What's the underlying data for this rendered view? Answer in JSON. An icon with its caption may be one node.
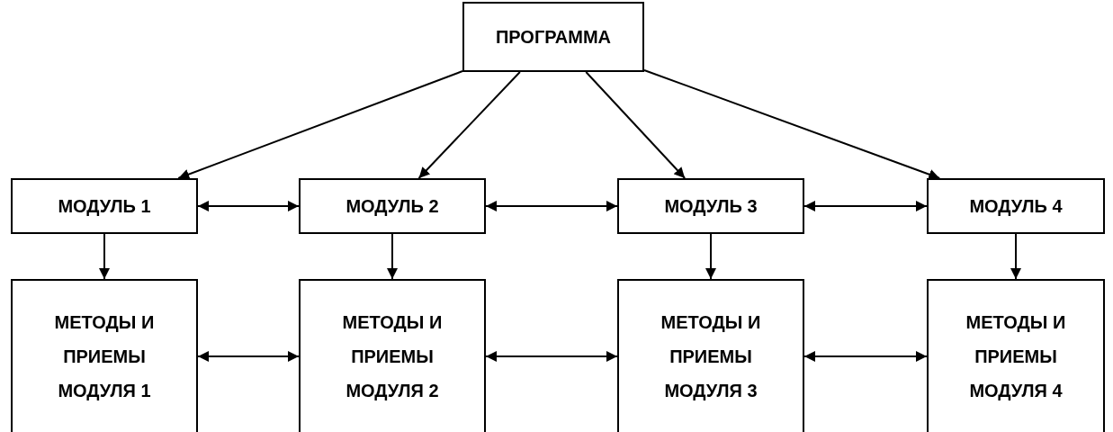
{
  "diagram": {
    "nodes": [
      {
        "text": [
          "ПРОГРАММА"
        ]
      },
      {
        "text": [
          "МОДУЛЬ 1"
        ]
      },
      {
        "text": [
          "МОДУЛЬ 2"
        ]
      },
      {
        "text": [
          "МОДУЛЬ 3"
        ]
      },
      {
        "text": [
          "МОДУЛЬ 4"
        ]
      },
      {
        "text": [
          "МЕТОДЫ И ПРИЕМЫ МОДУЛЯ 1"
        ]
      },
      {
        "text": [
          "МЕТОДЫ И ПРИЕМЫ МОДУЛЯ 2"
        ]
      },
      {
        "text": [
          "МЕТОДЫ И ПРИЕМЫ МОДУЛЯ 3"
        ]
      },
      {
        "text": [
          "МЕТОДЫ И ПРИЕМЫ МОДУЛЯ 4"
        ]
      }
    ],
    "edges": [
      {
        "from": 0,
        "to": 1,
        "arrow": "to"
      },
      {
        "from": 0,
        "to": 2,
        "arrow": "to"
      },
      {
        "from": 0,
        "to": 3,
        "arrow": "to"
      },
      {
        "from": 0,
        "to": 4,
        "arrow": "to"
      },
      {
        "from": 1,
        "to": 2,
        "arrow": "both"
      },
      {
        "from": 2,
        "to": 3,
        "arrow": "both"
      },
      {
        "from": 3,
        "to": 4,
        "arrow": "both"
      },
      {
        "from": 1,
        "to": 5,
        "arrow": "to"
      },
      {
        "from": 2,
        "to": 6,
        "arrow": "to"
      },
      {
        "from": 3,
        "to": 7,
        "arrow": "to"
      },
      {
        "from": 4,
        "to": 8,
        "arrow": "to"
      },
      {
        "from": 5,
        "to": 6,
        "arrow": "both"
      },
      {
        "from": 6,
        "to": 7,
        "arrow": "both"
      },
      {
        "from": 7,
        "to": 8,
        "arrow": "both"
      }
    ]
  }
}
